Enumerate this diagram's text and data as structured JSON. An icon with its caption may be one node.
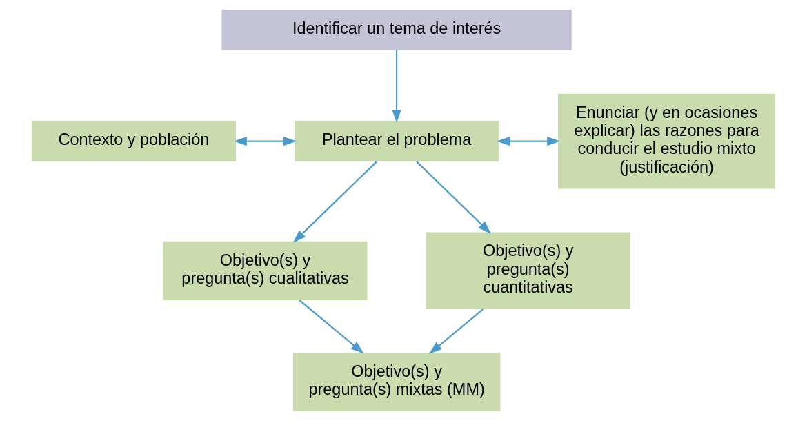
{
  "diagram": {
    "nodes": [
      {
        "text": [
          "Identificar un tema de interés"
        ]
      },
      {
        "text": [
          "Contexto y población"
        ]
      },
      {
        "text": [
          "Plantear el problema"
        ]
      },
      {
        "text": [
          "Enunciar (y en ocasiones explicar) las razones para conducir el estudio mixto (justificación)"
        ]
      },
      {
        "text": [
          "Objetivo(s) y pregunta(s) cualitativas"
        ]
      },
      {
        "text": [
          "Objetivo(s) y pregunta(s) cuantitativas"
        ]
      },
      {
        "text": [
          "Objetivo(s) y pregunta(s) mixtas (MM)"
        ]
      }
    ],
    "edges": [
      {
        "from": 0,
        "to": 2,
        "arrow": "to"
      },
      {
        "from": 1,
        "to": 2,
        "arrow": "both"
      },
      {
        "from": 2,
        "to": 3,
        "arrow": "both"
      },
      {
        "from": 2,
        "to": 4,
        "arrow": "to"
      },
      {
        "from": 2,
        "to": 5,
        "arrow": "to"
      },
      {
        "from": 4,
        "to": 6,
        "arrow": "to"
      },
      {
        "from": 5,
        "to": 6,
        "arrow": "to"
      }
    ]
  }
}
